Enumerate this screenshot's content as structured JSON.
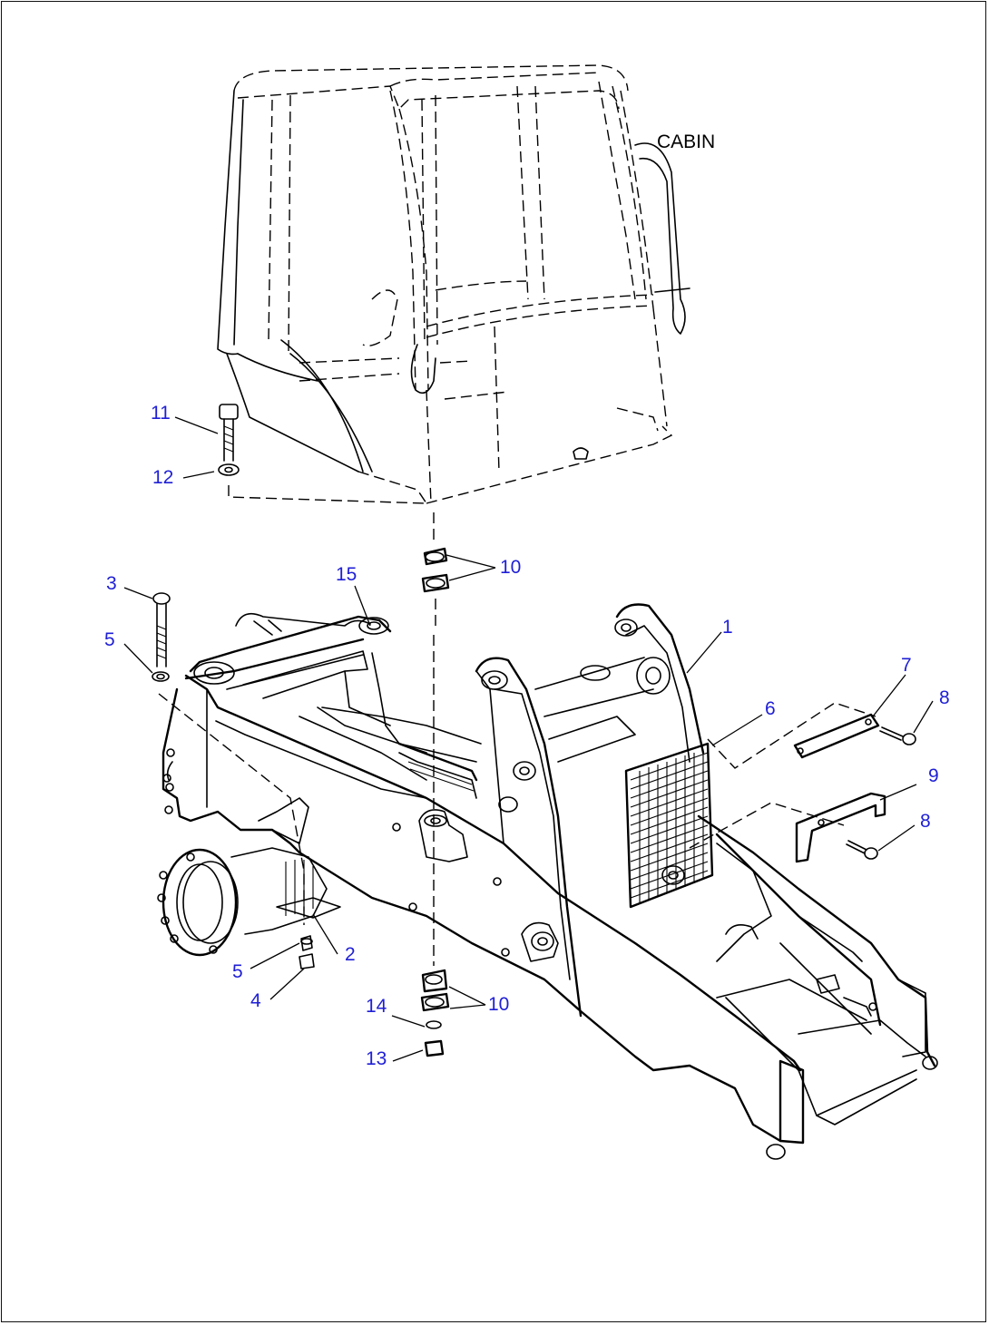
{
  "diagram": {
    "caption_cabin": "CABIN",
    "callouts": [
      "1",
      "2",
      "3",
      "4",
      "5",
      "5",
      "6",
      "7",
      "8",
      "8",
      "9",
      "10",
      "10",
      "11",
      "12",
      "13",
      "14",
      "15"
    ],
    "callout_color": "#1f1fd6"
  }
}
